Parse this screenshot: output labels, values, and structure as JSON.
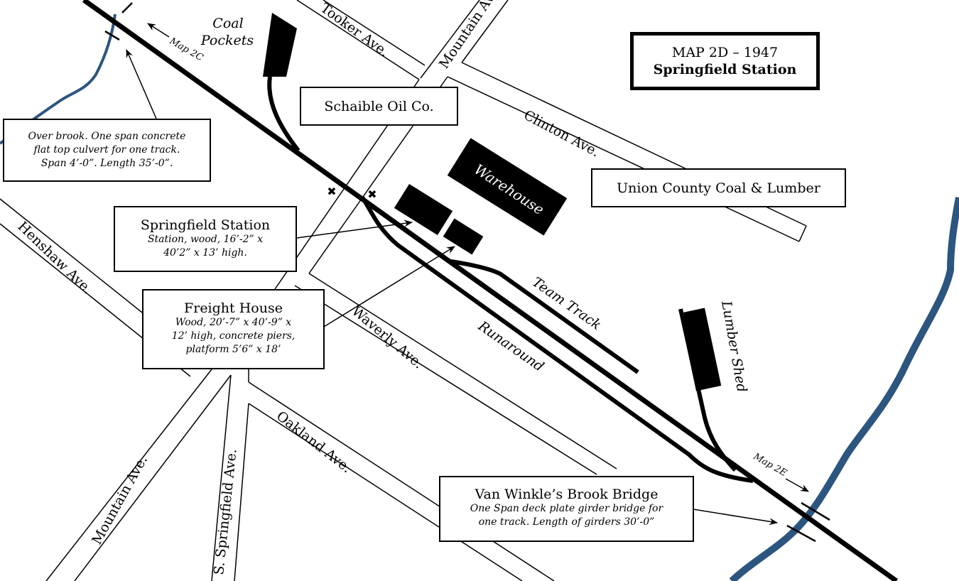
{
  "title": {
    "line1": "MAP 2D – 1947",
    "line2": "Springfield Station"
  },
  "colors": {
    "track": "#000000",
    "brook": "#2c5580",
    "street_outline": "#000000",
    "building": "#000000"
  },
  "streets": {
    "tooker": "Tooker Ave.",
    "mountain_top": "Mountain Ave.",
    "clinton": "Clinton Ave.",
    "henshaw": "Henshaw Ave.",
    "waverly": "Waverly Ave.",
    "oakland": "Oakland Ave.",
    "mountain_bottom": "Mountain Ave.",
    "s_springfield": "S. Springfield Ave."
  },
  "tracks": {
    "team_track": "Team Track",
    "runaround": "Runaround"
  },
  "buildings": {
    "warehouse": "Warehouse",
    "lumber_shed": "Lumber Shed"
  },
  "labels": {
    "coal_pockets_line1": "Coal",
    "coal_pockets_line2": "Pockets",
    "map_2c": "Map 2C",
    "map_2e": "Map 2E"
  },
  "callouts": {
    "culvert": {
      "lines": [
        "Over brook. One span concrete",
        "flat top culvert for one track.",
        "Span 4’-0”. Length 35’-0”."
      ]
    },
    "schaible": "Schaible Oil Co.",
    "union_county": "Union County Coal & Lumber",
    "station": {
      "head": "Springfield Station",
      "lines": [
        "Station, wood, 16’-2” x",
        "40’2” x 13’ high."
      ]
    },
    "freight": {
      "head": "Freight House",
      "lines": [
        "Wood, 20’-7” x 40’-9” x",
        "12’ high, concrete piers,",
        "platform 5’6” x 18’"
      ]
    },
    "bridge": {
      "head": "Van Winkle’s Brook Bridge",
      "lines": [
        "One Span deck plate girder bridge for",
        "one track. Length of girders 30’-0”"
      ]
    }
  }
}
